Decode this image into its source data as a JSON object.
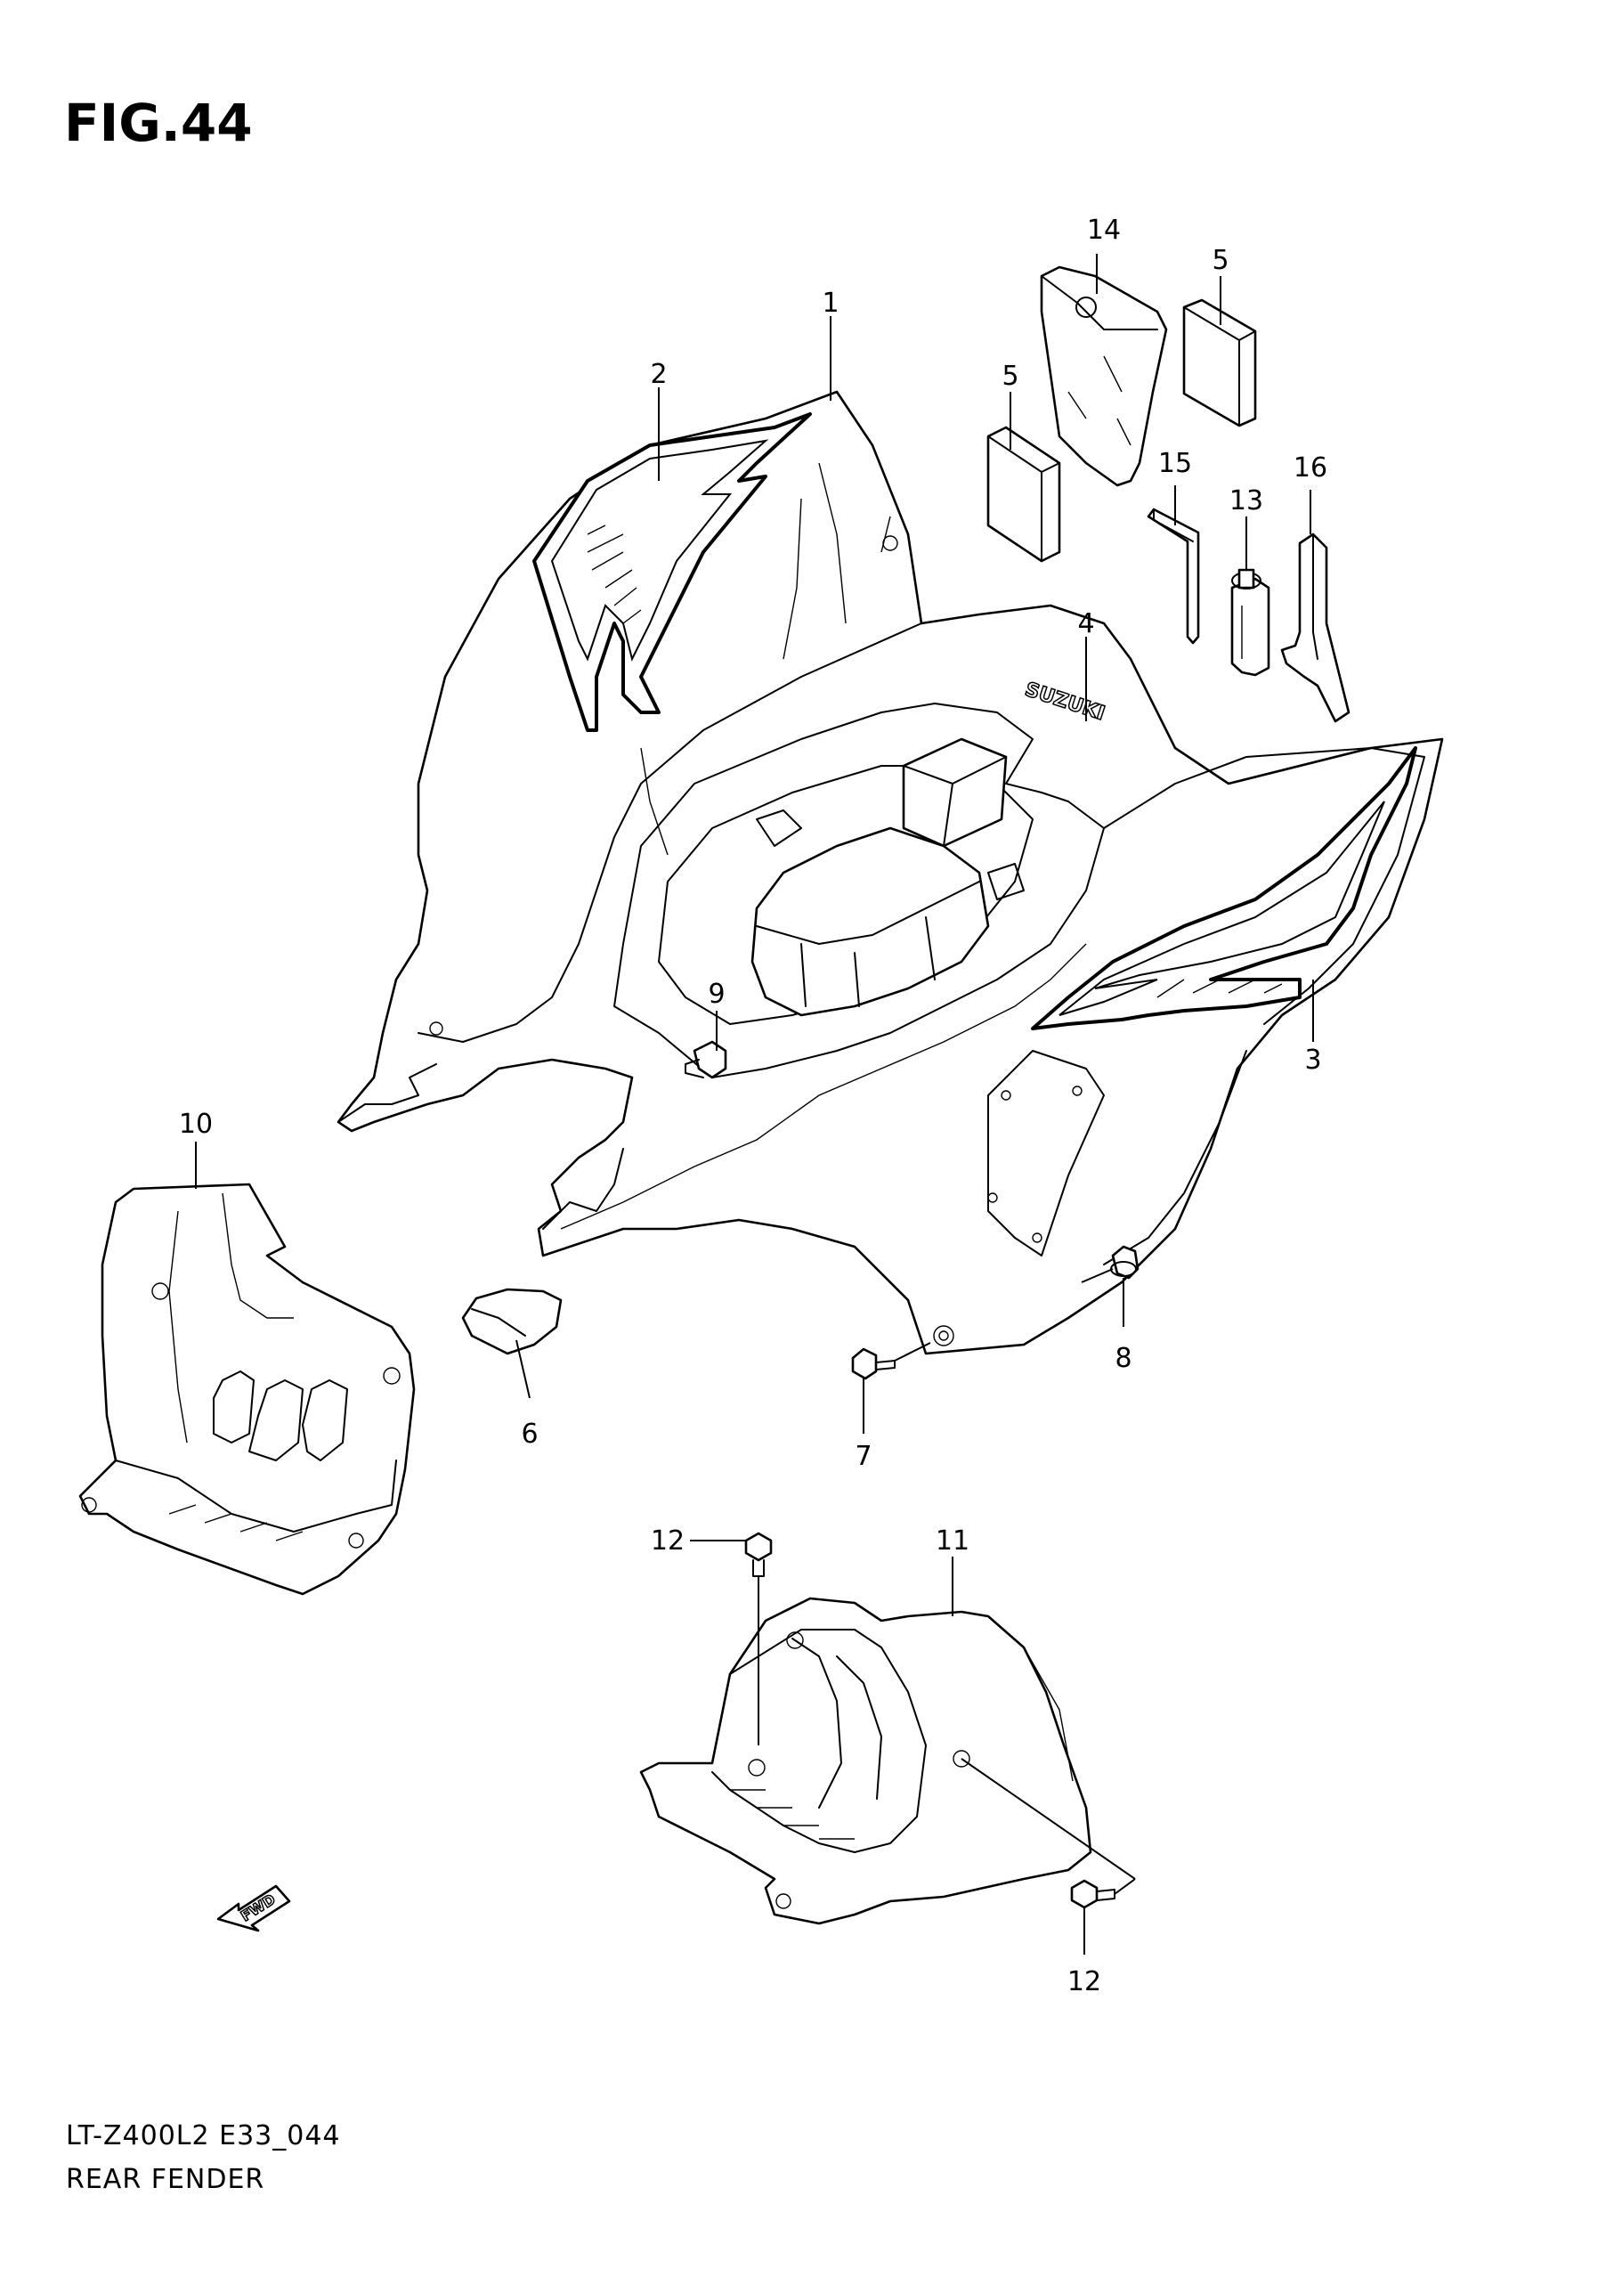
{
  "figure": {
    "title": "FIG.44",
    "model_code": "LT-Z400L2 E33_044",
    "caption": "REAR FENDER"
  },
  "callouts": {
    "c1": "1",
    "c2": "2",
    "c3": "3",
    "c4": "4",
    "c5a": "5",
    "c5b": "5",
    "c6": "6",
    "c7": "7",
    "c8": "8",
    "c9": "9",
    "c10": "10",
    "c11": "11",
    "c12a": "12",
    "c12b": "12",
    "c13": "13",
    "c14": "14",
    "c15": "15",
    "c16": "16"
  },
  "embossed": {
    "brand": "SUZUKI",
    "fwd": "FWD"
  }
}
